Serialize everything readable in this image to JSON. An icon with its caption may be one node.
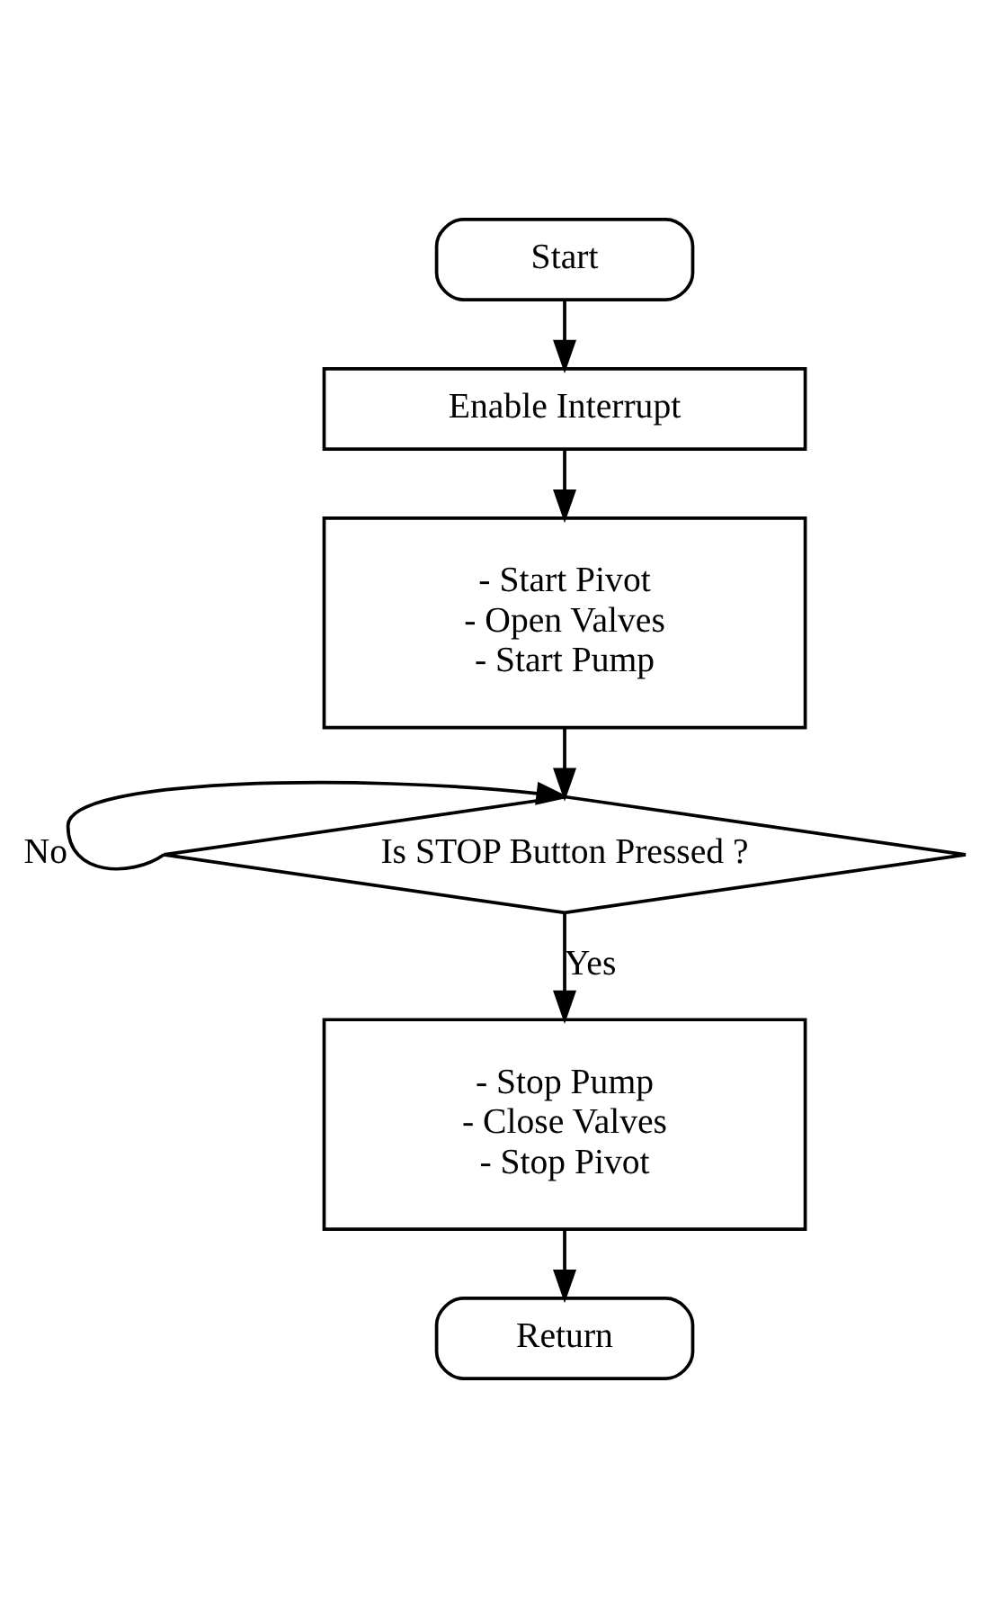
{
  "diagram": {
    "nodes": [
      {
        "text": [
          "Start"
        ]
      },
      {
        "text": [
          "Enable Interrupt"
        ]
      },
      {
        "text": [
          "- Start Pivot",
          "- Open Valves",
          "- Start Pump"
        ]
      },
      {
        "text": [
          "Is STOP Button Pressed ?"
        ]
      },
      {
        "text": [
          "- Stop Pump",
          "- Close Valves",
          "- Stop Pivot"
        ]
      },
      {
        "text": [
          "Return"
        ]
      }
    ],
    "edges": [
      {
        "from": 0,
        "to": 1,
        "arrow": "to"
      },
      {
        "from": 1,
        "to": 2,
        "arrow": "to"
      },
      {
        "from": 2,
        "to": 3,
        "arrow": "to"
      },
      {
        "from": 3,
        "to": 3,
        "arrow": "to",
        "label": "No"
      },
      {
        "from": 3,
        "to": 4,
        "arrow": "to",
        "label": "Yes"
      },
      {
        "from": 4,
        "to": 5,
        "arrow": "to"
      }
    ]
  }
}
